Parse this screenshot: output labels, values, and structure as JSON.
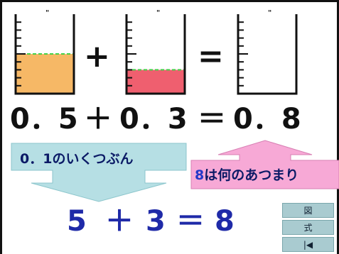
{
  "cylinders": [
    {
      "name": "cylinder-1",
      "fill_fraction": 0.5,
      "fill_color": "#f6b866"
    },
    {
      "name": "cylinder-2",
      "fill_fraction": 0.3,
      "fill_color": "#ef5f6f"
    },
    {
      "name": "cylinder-3",
      "fill_fraction": 0.0,
      "fill_color": "#ffffff"
    }
  ],
  "operators": {
    "plus": "+",
    "equals": "="
  },
  "decimal_equation": {
    "a": "0．5",
    "plus": "＋",
    "b": "0．3",
    "equals": "＝",
    "result": "0．8"
  },
  "callouts": {
    "left_text": "0．1のいくつぶん",
    "right_prefix": "8",
    "right_text": "は何のあつまり",
    "left_color": "#b6dfe4",
    "right_color": "#f7a9d6",
    "right_prefix_color": "#2438c8"
  },
  "integer_equation": {
    "a": "5",
    "plus": "＋",
    "b": "3",
    "equals": "＝",
    "result": "8"
  },
  "side_buttons": [
    {
      "label": "図"
    },
    {
      "label": "式"
    },
    {
      "label": "|◀"
    }
  ],
  "colors": {
    "accent_blue": "#1f2aa8",
    "dashed_level": "#44d14a"
  }
}
